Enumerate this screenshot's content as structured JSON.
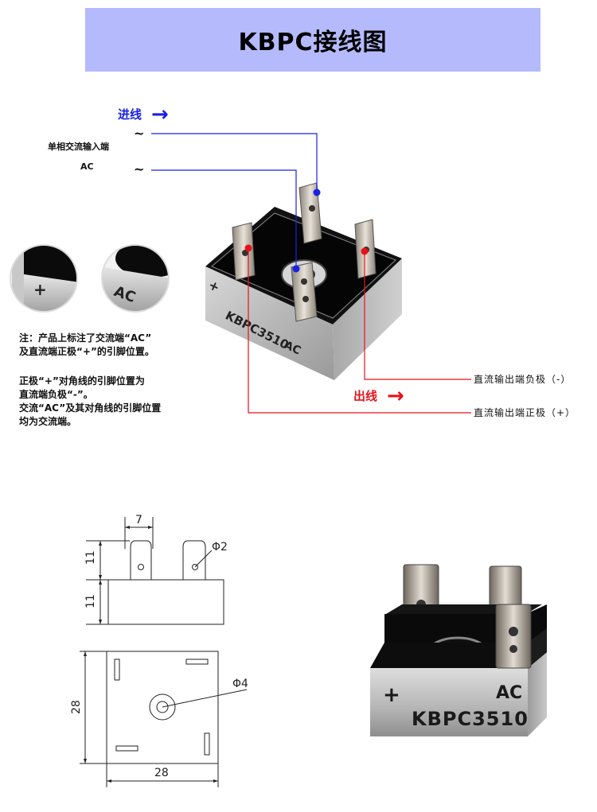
{
  "title": "KBPC接线图",
  "wiring": {
    "in_label": "进线",
    "in_arrow": "→",
    "tilde_1": "~",
    "tilde_2": "~",
    "ac_input_label": "单相交流输入端",
    "ac_label": "AC",
    "out_label": "出线",
    "out_arrow": "→",
    "dc_negative_label": "直流输出端负极（-）",
    "dc_positive_label": "直流输出端正极（+）"
  },
  "notes": {
    "para1_line1": "注：产品上标注了交流端“AC”",
    "para1_line2": "及直流端正极“+”的引脚位置。",
    "para2_line1": "正极“+”对角线的引脚位置为",
    "para2_line2": "直流端负极“-”。",
    "para2_line3": "交流“AC”及其对角线的引脚位置",
    "para2_line4": "均为交流端。"
  },
  "magnifier": {
    "plus_mark": "+",
    "ac_mark": "AC"
  },
  "bridge_photo": {
    "model_marking": "KBPC3510",
    "ac_mark": "AC",
    "plus_mark": "+"
  },
  "dimensions": {
    "pin_width": "7",
    "hole_diameter": "Φ2",
    "pin_height": "11",
    "body_height": "11",
    "side_length": "28",
    "bottom_length": "28",
    "center_hole_diameter": "Φ4"
  },
  "product": {
    "plus_mark": "+",
    "ac_mark": "AC",
    "model_marking": "KBPC3510"
  },
  "colors": {
    "banner": "#b4bafb",
    "in_wire": "#1a22e0",
    "out_wire": "#e8111b"
  }
}
